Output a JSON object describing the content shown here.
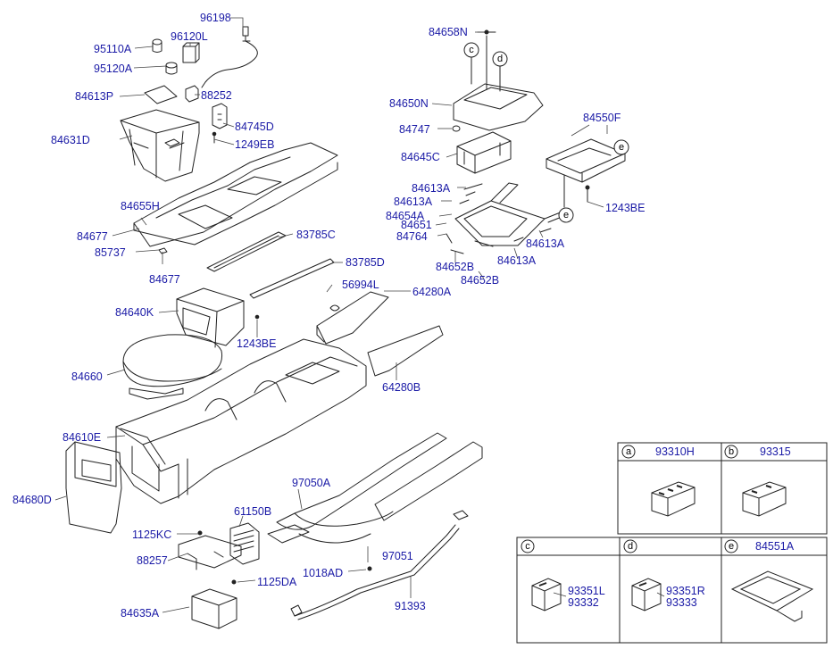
{
  "callouts": {
    "p96198": "96198",
    "p95110A": "95110A",
    "p96120L": "96120L",
    "p95120A": "95120A",
    "p84613P": "84613P",
    "p88252": "88252",
    "p84745D": "84745D",
    "p84631D": "84631D",
    "p1249EB": "1249EB",
    "p84655H": "84655H",
    "p84677a": "84677",
    "p85737": "85737",
    "p84677b": "84677",
    "p83785C": "83785C",
    "p83785D": "83785D",
    "p84640K": "84640K",
    "p56994L": "56994L",
    "p64280A": "64280A",
    "p1243BEa": "1243BE",
    "p84660": "84660",
    "p64280B": "64280B",
    "p84610E": "84610E",
    "p84680D": "84680D",
    "p97050A": "97050A",
    "p61150B": "61150B",
    "p1125KC": "1125KC",
    "p88257": "88257",
    "p97051": "97051",
    "p1018AD": "1018AD",
    "p1125DA": "1125DA",
    "p84635A": "84635A",
    "p91393": "91393",
    "p84658N": "84658N",
    "p84650N": "84650N",
    "p84747": "84747",
    "p84645C": "84645C",
    "p84550F": "84550F",
    "p1243BEb": "1243BE",
    "p84613Aa": "84613A",
    "p84613Ab": "84613A",
    "p84654A": "84654A",
    "p84651": "84651",
    "p84764": "84764",
    "p84652Ba": "84652B",
    "p84652Bb": "84652B",
    "p84613Ac": "84613A",
    "p84613Ad": "84613A"
  },
  "markers": {
    "c1": "c",
    "d1": "d",
    "e1": "e",
    "e2": "e"
  },
  "legend": {
    "a": {
      "letter": "a",
      "part": "93310H"
    },
    "b": {
      "letter": "b",
      "part": "93315"
    },
    "c": {
      "letter": "c",
      "part1": "93351L",
      "part2": "93332"
    },
    "d": {
      "letter": "d",
      "part1": "93351R",
      "part2": "93333"
    },
    "e": {
      "letter": "e",
      "part": "84551A"
    }
  }
}
